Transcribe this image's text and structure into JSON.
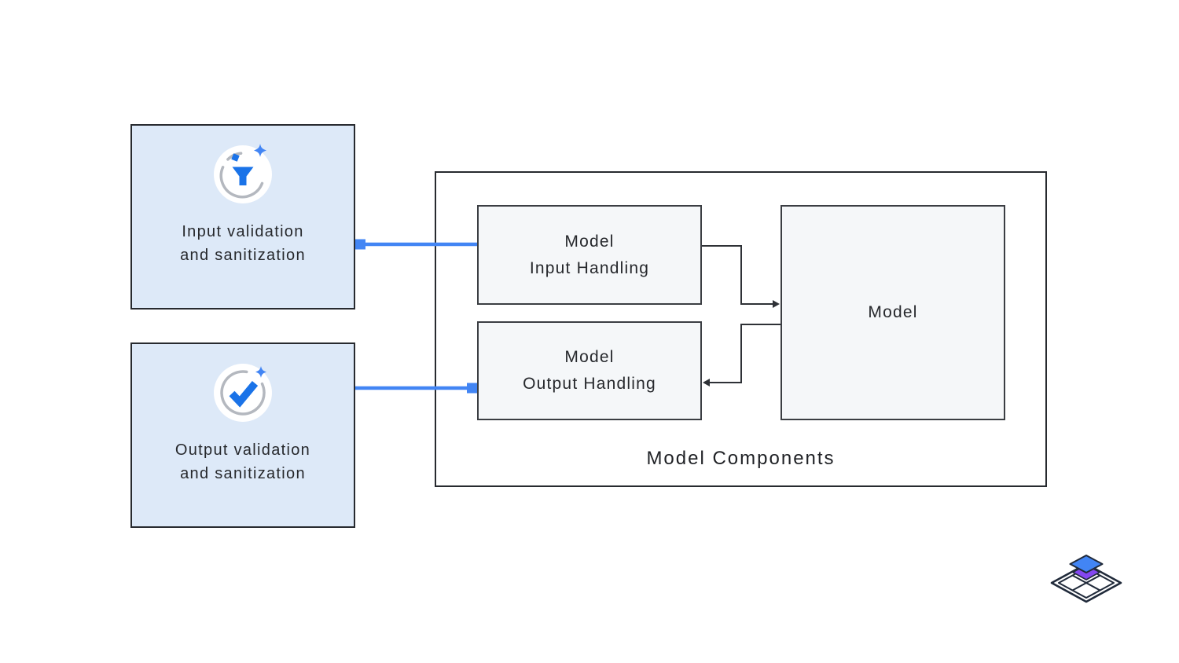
{
  "cards": [
    {
      "icon": "filter-sparkle-icon",
      "lines": [
        "Input validation",
        "and sanitization"
      ]
    },
    {
      "icon": "check-sparkle-icon",
      "lines": [
        "Output validation",
        "and sanitization"
      ]
    }
  ],
  "container": {
    "title": "Model Components",
    "boxes": {
      "input_handling": {
        "lines": [
          "Model",
          "Input Handling"
        ]
      },
      "output_handling": {
        "lines": [
          "Model",
          "Output Handling"
        ]
      },
      "model": {
        "label": "Model"
      }
    }
  },
  "colors": {
    "accent-blue": "#4285f4",
    "icon-blue": "#1a73e8",
    "card-bg": "#dde9f8",
    "box-bg": "#f5f7f9",
    "border-dark": "#272a2f",
    "text": "#26282c",
    "arrow": "#2e3136",
    "arc-gray": "#b4b8bf",
    "logo-navy": "#202a3a",
    "logo-purple": "#8447f0"
  }
}
